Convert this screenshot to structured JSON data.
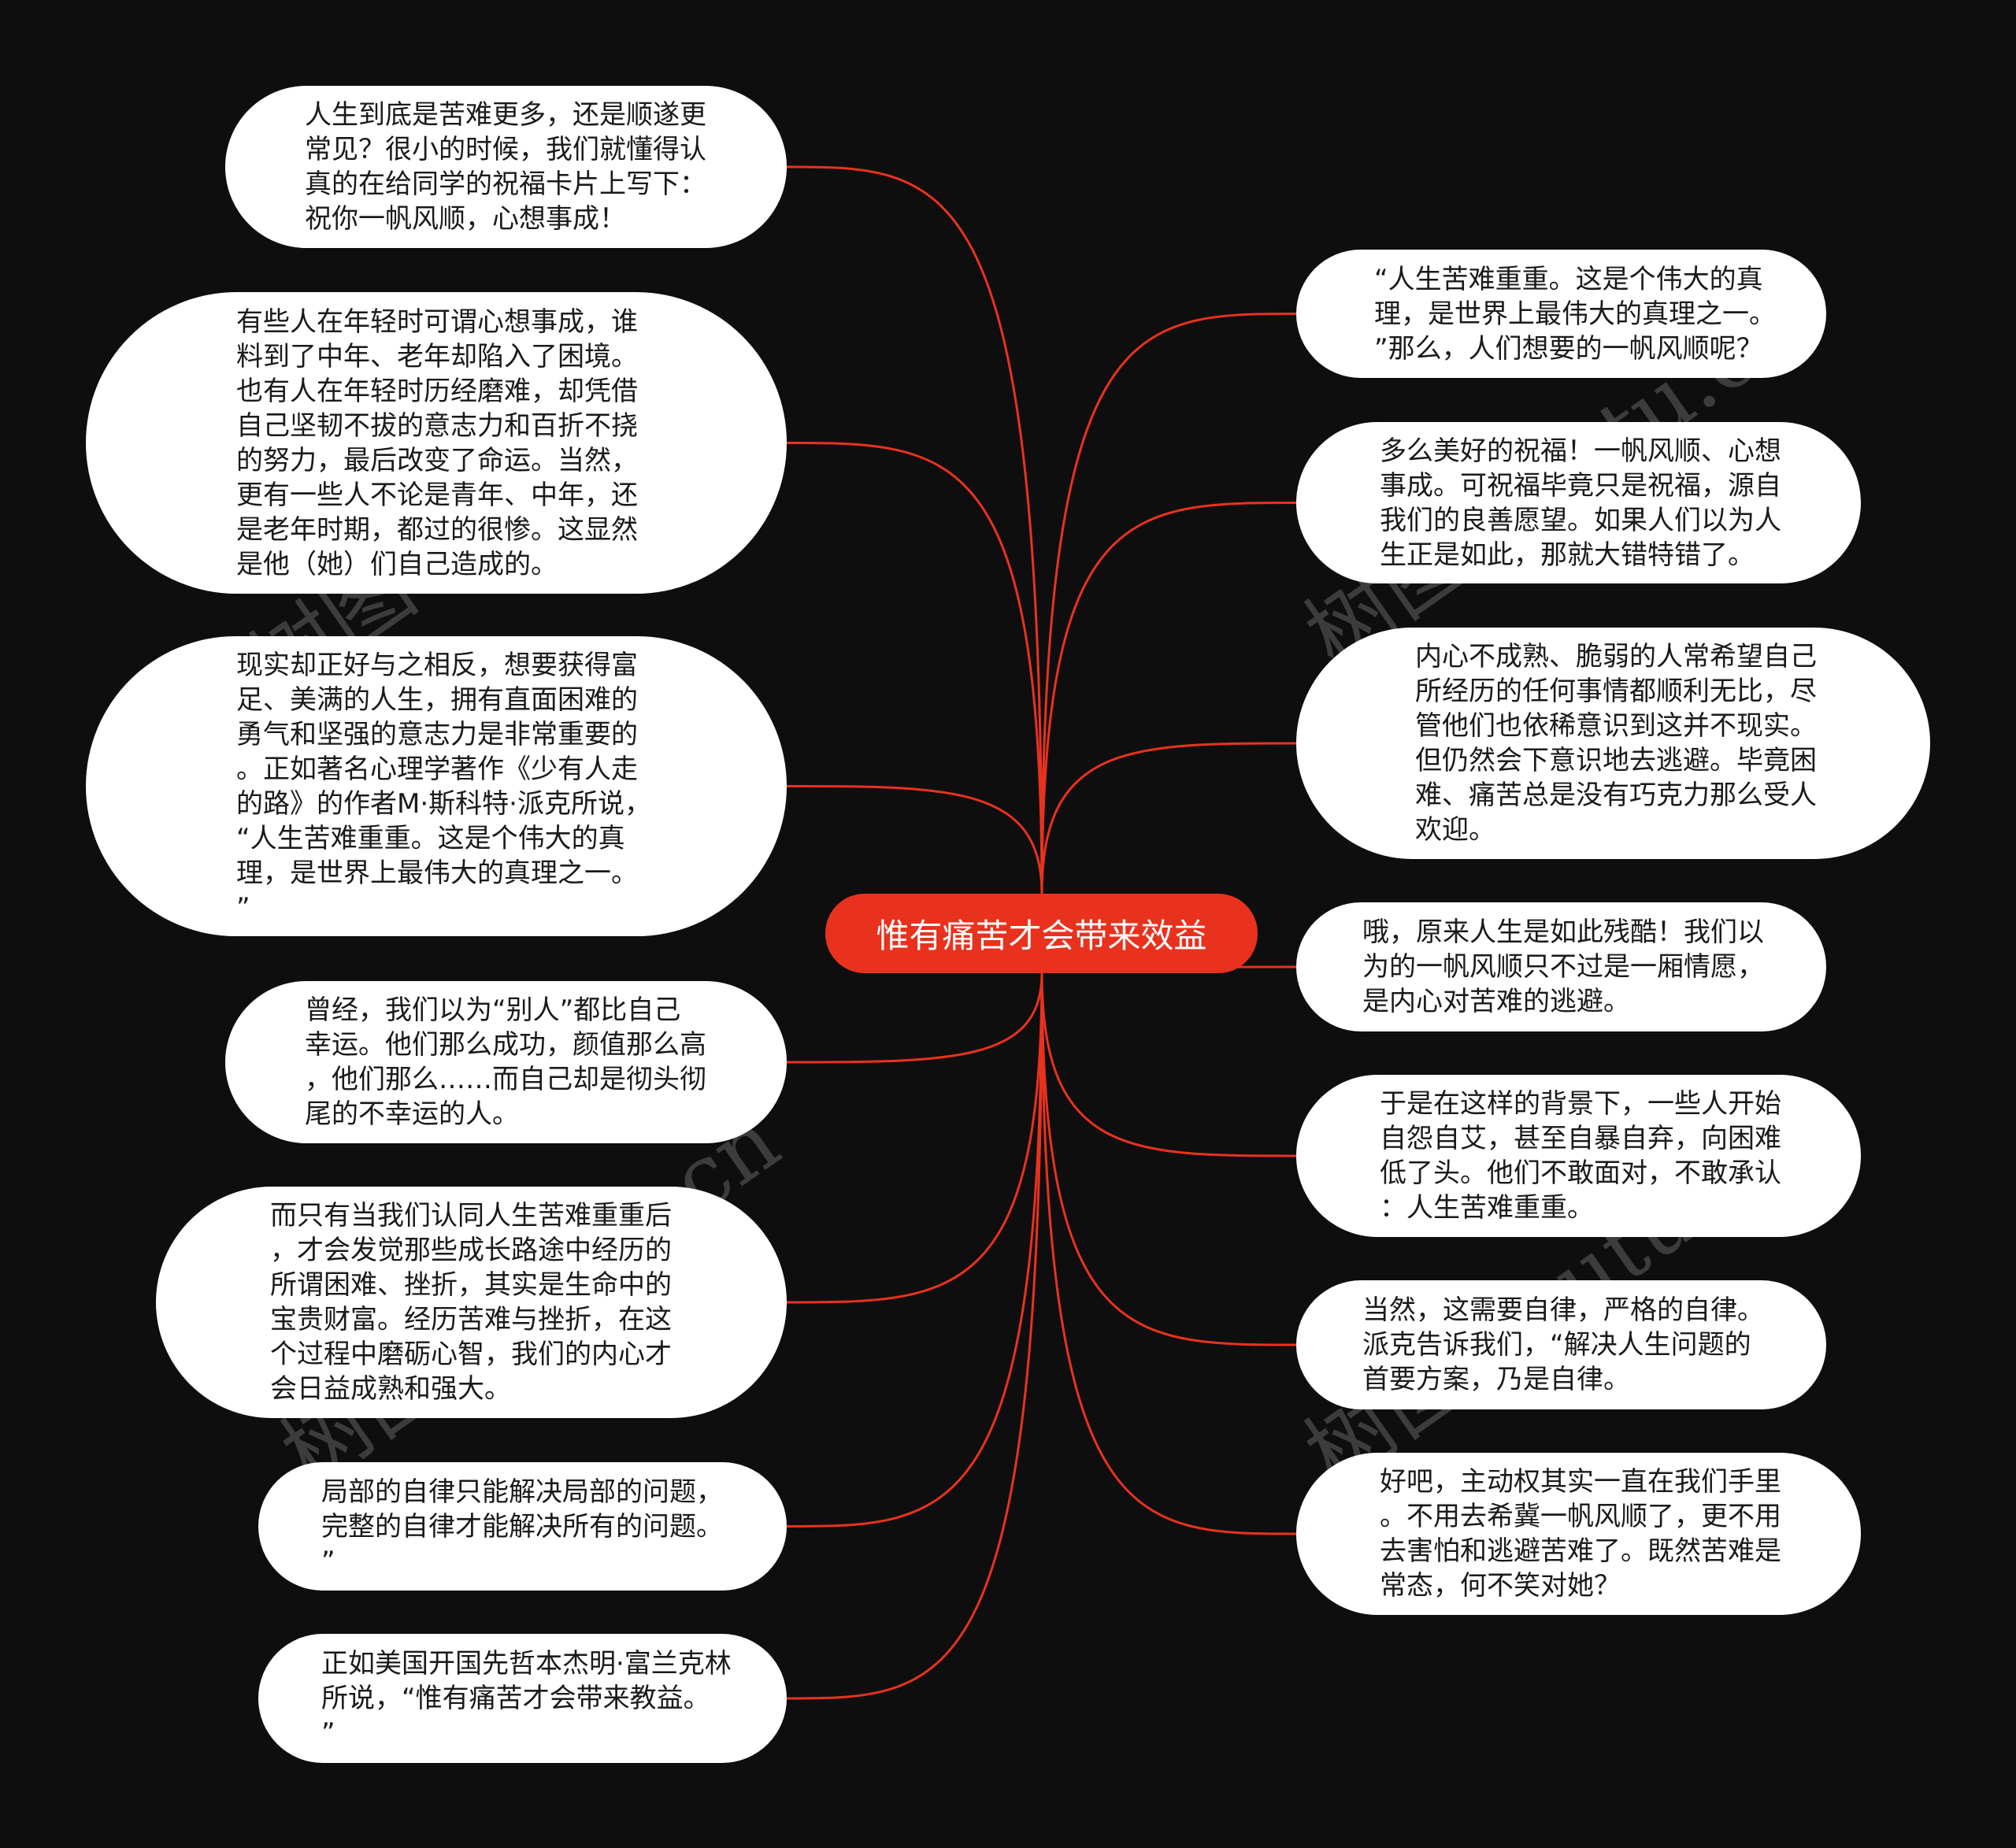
{
  "colors": {
    "background": "#0e0e0e",
    "accent": "#e8321e",
    "node": "#ffffff",
    "edge": "#e8321e"
  },
  "root": {
    "label": "惟有痛苦才会带来效益"
  },
  "watermark": "树图 shutu.cn",
  "left": [
    {
      "text": "人生到底是苦难更多，还是顺遂更\n常见？很小的时候，我们就懂得认\n真的在给同学的祝福卡片上写下：\n祝你一帆风顺，心想事成！"
    },
    {
      "text": "有些人在年轻时可谓心想事成，谁\n料到了中年、老年却陷入了困境。\n也有人在年轻时历经磨难，却凭借\n自己坚韧不拔的意志力和百折不挠\n的努力，最后改变了命运。当然，\n更有一些人不论是青年、中年，还\n是老年时期，都过的很惨。这显然\n是他（她）们自己造成的。"
    },
    {
      "text": "现实却正好与之相反，想要获得富\n足、美满的人生，拥有直面困难的\n勇气和坚强的意志力是非常重要的\n。正如著名心理学著作《少有人走\n的路》的作者M·斯科特·派克所说，\n“人生苦难重重。这是个伟大的真\n理，是世界上最伟大的真理之一。\n”"
    },
    {
      "text": "曾经，我们以为“别人”都比自己\n幸运。他们那么成功，颜值那么高\n，他们那么……而自己却是彻头彻\n尾的不幸运的人。"
    },
    {
      "text": "而只有当我们认同人生苦难重重后\n，才会发觉那些成长路途中经历的\n所谓困难、挫折，其实是生命中的\n宝贵财富。经历苦难与挫折，在这\n个过程中磨砺心智，我们的内心才\n会日益成熟和强大。"
    },
    {
      "text": "局部的自律只能解决局部的问题，\n完整的自律才能解决所有的问题。\n”"
    },
    {
      "text": "正如美国开国先哲本杰明·富兰克林\n所说，“惟有痛苦才会带来教益。\n”"
    }
  ],
  "right": [
    {
      "text": "“人生苦难重重。这是个伟大的真\n理，是世界上最伟大的真理之一。\n”那么，人们想要的一帆风顺呢？"
    },
    {
      "text": "多么美好的祝福！一帆风顺、心想\n事成。可祝福毕竟只是祝福，源自\n我们的良善愿望。如果人们以为人\n生正是如此，那就大错特错了。"
    },
    {
      "text": "内心不成熟、脆弱的人常希望自己\n所经历的任何事情都顺利无比，尽\n管他们也依稀意识到这并不现实。\n但仍然会下意识地去逃避。毕竟困\n难、痛苦总是没有巧克力那么受人\n欢迎。"
    },
    {
      "text": "哦，原来人生是如此残酷！我们以\n为的一帆风顺只不过是一厢情愿，\n是内心对苦难的逃避。"
    },
    {
      "text": "于是在这样的背景下，一些人开始\n自怨自艾，甚至自暴自弃，向困难\n低了头。他们不敢面对，不敢承认\n：人生苦难重重。"
    },
    {
      "text": "当然，这需要自律，严格的自律。\n派克告诉我们，“解决人生问题的\n首要方案，乃是自律。"
    },
    {
      "text": "好吧，主动权其实一直在我们手里\n。不用去希冀一帆风顺了，更不用\n去害怕和逃避苦难了。既然苦难是\n常态，何不笑对她？"
    }
  ]
}
